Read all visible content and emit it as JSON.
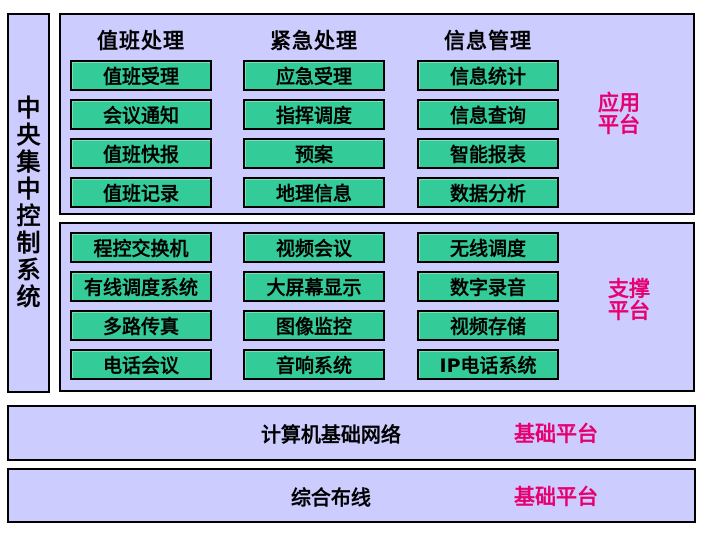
{
  "sidebar": {
    "title": "中央集中控制系统"
  },
  "platforms": {
    "application": {
      "tag": "应用平台",
      "columns": [
        {
          "header": "值班处理",
          "buttons": [
            "值班受理",
            "会议通知",
            "值班快报",
            "值班记录"
          ]
        },
        {
          "header": "紧急处理",
          "buttons": [
            "应急受理",
            "指挥调度",
            "预案",
            "地理信息"
          ]
        },
        {
          "header": "信息管理",
          "buttons": [
            "信息统计",
            "信息查询",
            "智能报表",
            "数据分析"
          ]
        }
      ]
    },
    "support": {
      "tag": "支撑平台",
      "columns": [
        {
          "buttons": [
            "程控交换机",
            "有线调度系统",
            "多路传真",
            "电话会议"
          ]
        },
        {
          "buttons": [
            "视频会议",
            "大屏幕显示",
            "图像监控",
            "音响系统"
          ]
        },
        {
          "buttons": [
            "无线调度",
            "数字录音",
            "视频存储",
            "IP电话系统"
          ]
        }
      ]
    }
  },
  "base_bars": [
    {
      "label": "计算机基础网络",
      "tag": "基础平台"
    },
    {
      "label": "综合布线",
      "tag": "基础平台"
    }
  ],
  "colors": {
    "panel_bg": "#CCCCFF",
    "block_bg": "#33CC99",
    "accent": "#E60070",
    "border": "#000000",
    "text": "#000000"
  }
}
